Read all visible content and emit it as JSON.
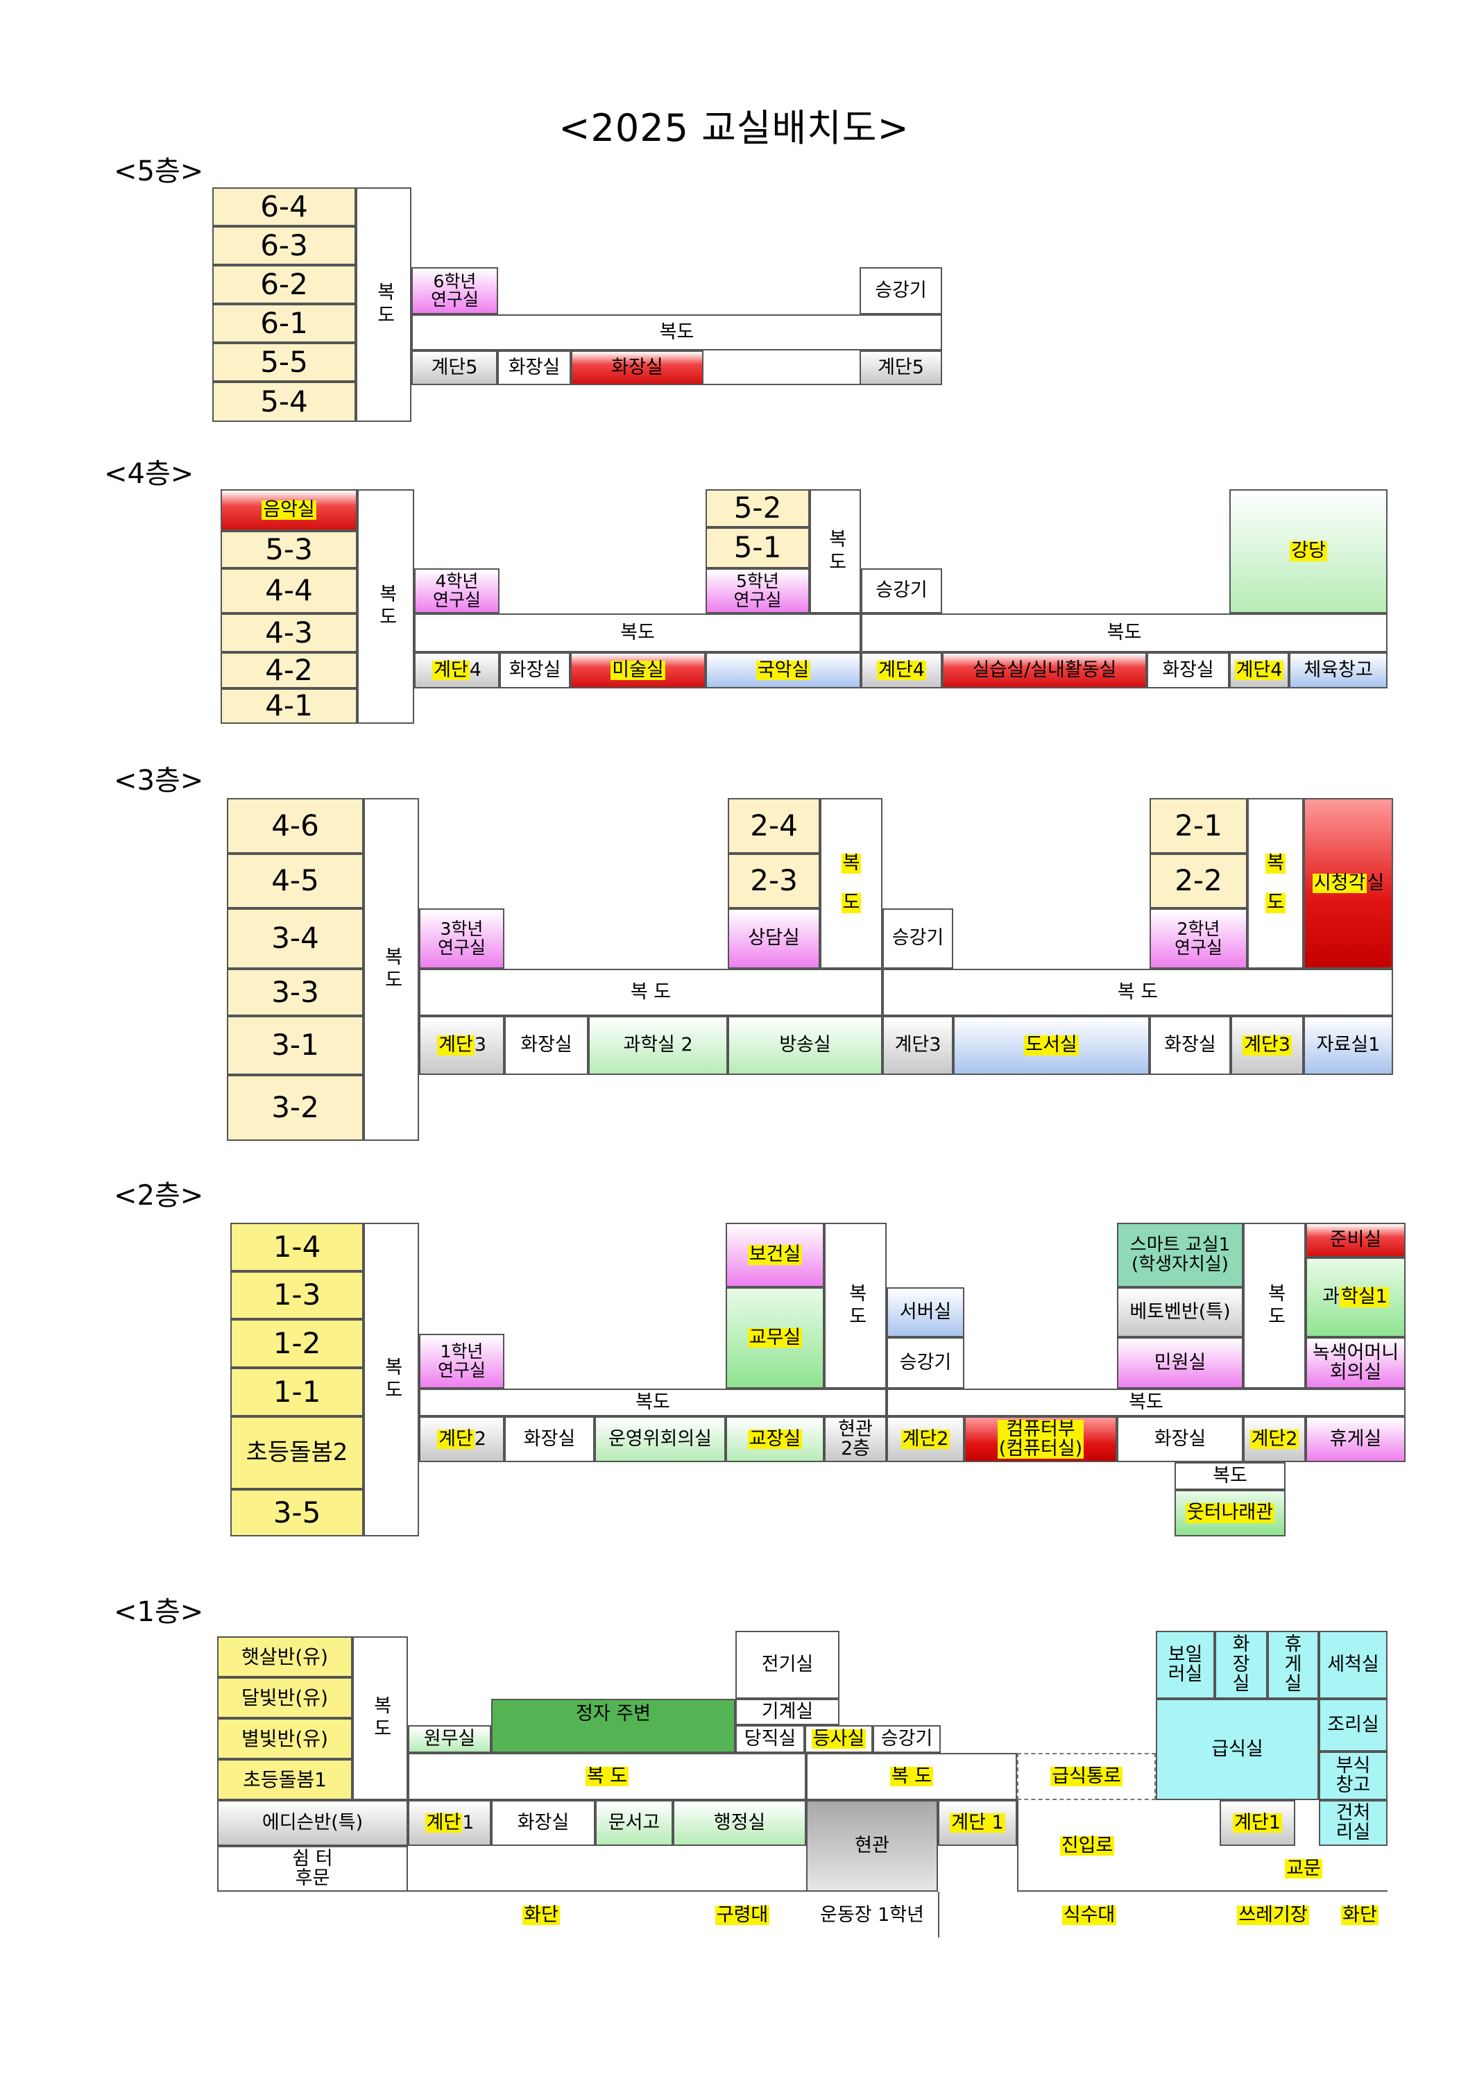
{
  "title": "<2025 교실배치도>",
  "floors": {
    "f5": {
      "label": "<5층>",
      "classes": [
        "6-4",
        "6-3",
        "6-2",
        "6-1",
        "5-5",
        "5-4"
      ],
      "corridor_v": "복도",
      "research": "6학년\n연구실",
      "elevator": "승강기",
      "corridor_h": "복도",
      "stair_a": "계단5",
      "toilet_a": "화장실",
      "toilet_b": "화장실",
      "stair_b": "계단5"
    },
    "f4": {
      "label": "<4층>",
      "music": "음악실",
      "classes": [
        "5-3",
        "4-4",
        "4-3",
        "4-2",
        "4-1"
      ],
      "corridor_v": "복도",
      "research": "4학년\n연구실",
      "c52": "5-2",
      "c51": "5-1",
      "corridor_v2": "복도",
      "research5": "5학년\n연구실",
      "elevator": "승강기",
      "hall": "강당",
      "corridor_h1": "복도",
      "corridor_h2": "복도",
      "stair_a_pre": "계단",
      "stair_a_num": "4",
      "toilet_a": "화장실",
      "art": "미술실",
      "korean_music": "국악실",
      "stair_b": "계단4",
      "practice": "실습실/실내활동실",
      "toilet_b": "화장실",
      "stair_c": "계단4",
      "pe_storage": "체육창고"
    },
    "f3": {
      "label": "<3층>",
      "classes": [
        "4-6",
        "4-5",
        "3-4",
        "3-3",
        "3-1",
        "3-2"
      ],
      "corridor_v": "복도",
      "research": "3학년\n연구실",
      "c24": "2-4",
      "c23": "2-3",
      "counsel": "상담실",
      "corridor_v2a": "복",
      "corridor_v2b": "도",
      "elevator": "승강기",
      "c21": "2-1",
      "c22": "2-2",
      "research2": "2학년\n연구실",
      "corridor_v3a": "복",
      "corridor_v3b": "도",
      "av_room_hl": "시청각",
      "av_room_rest": "실",
      "corridor_h1": "복 도",
      "corridor_h2": "복 도",
      "stair_a_pre": "계단",
      "stair_a_num": "3",
      "toilet_a": "화장실",
      "science2": "과학실 2",
      "broadcast": "방송실",
      "stair_b": "계단3",
      "library": "도서실",
      "toilet_b": "화장실",
      "stair_c": "계단3",
      "archive": "자료실1"
    },
    "f2": {
      "label": "<2층>",
      "classes": [
        "1-4",
        "1-3",
        "1-2",
        "1-1",
        "초등돌봄2",
        "3-5"
      ],
      "corridor_v": "복도",
      "research": "1학년\n연구실",
      "health": "보건실",
      "teachers": "교무실",
      "corridor_v2": "복도",
      "server": "서버실",
      "elevator": "승강기",
      "smart": "스마트 교실1\n(학생자치실)",
      "beethoven": "베토벤반(특)",
      "civil": "민원실",
      "corridor_v3": "복도",
      "prep": "준비실",
      "science1_pre": "과",
      "science1_hl": "학실1",
      "green_mother": "녹색어머니\n회의실",
      "corridor_h1": "복도",
      "corridor_h2": "복도",
      "stair_a_pre": "계단",
      "stair_a_num": "2",
      "toilet_a": "화장실",
      "committee": "운영위회의실",
      "principal": "교장실",
      "entrance2": "현관\n2층",
      "stair_b": "계단2",
      "computer": "컴퓨터부\n(컴퓨터실)",
      "toilet_b": "화장실",
      "stair_c": "계단2",
      "lounge": "휴게실",
      "corridor_small": "복도",
      "wooter": "웃터나래관"
    },
    "f1": {
      "label": "<1층>",
      "kinder": [
        "햇살반(유)",
        "달빛반(유)",
        "별빛반(유)",
        "초등돌봄1"
      ],
      "corridor_v": "복도",
      "janitor": "원무실",
      "garden": "정자 주변",
      "electric": "전기실",
      "machine": "기계실",
      "night": "당직실",
      "custodian": "등사실",
      "elevator": "승강기",
      "corridor_h1": "복 도",
      "corridor_h2": "복 도",
      "meal_path": "급식통로",
      "nurse": "보일\n러실",
      "toilet_v": "화\n장\n실",
      "rest_v": "휴\n게\n실",
      "wash": "세척실",
      "cafeteria": "급식실",
      "cooking": "조리실",
      "side_storage": "부식\n창고",
      "edison": "에디슨반(특)",
      "stair_a_pre": "계단",
      "stair_a_num": "1",
      "toilet_a": "화장실",
      "document": "문서고",
      "admin": "행정실",
      "entrance": "현관",
      "stair_b": "계단 1",
      "entry": "진입로",
      "stair_c": "계단1",
      "storage_dry": "건처\n리실",
      "school_gate": "교문",
      "shelter": "쉼  터\n후문",
      "flower1": "화단",
      "podium": "구령대",
      "ground": "운동장 1학년",
      "water": "식수대",
      "trash": "쓰레기장",
      "flower2": "화단"
    }
  }
}
